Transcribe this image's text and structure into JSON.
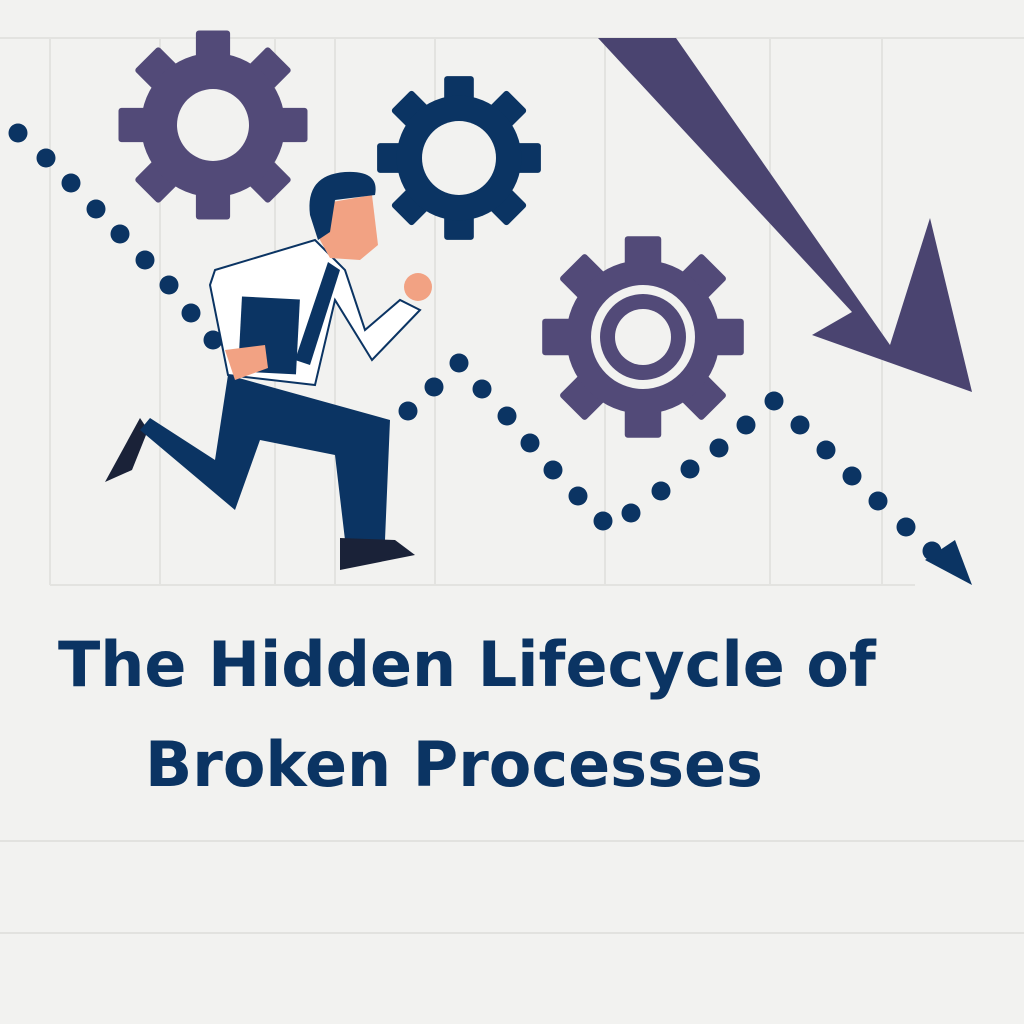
{
  "title": {
    "line1": "The Hidden Lifecycle of",
    "line2": "Broken Processes"
  },
  "colors": {
    "background": "#f2f2f0",
    "navy": "#0b3463",
    "purple": "#524a78",
    "arrow": "#4a4470",
    "skin": "#f2a283"
  },
  "icons": [
    "gear-icon",
    "gear-icon",
    "gear-icon",
    "down-trend-arrow-icon",
    "dotted-trend-line-icon",
    "running-businessman-illustration"
  ]
}
